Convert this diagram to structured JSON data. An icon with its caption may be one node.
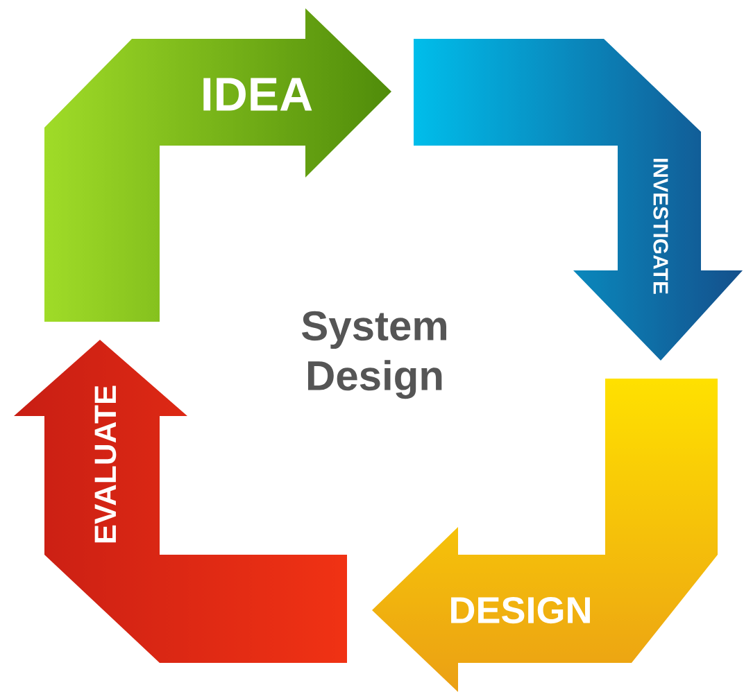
{
  "diagram": {
    "title": "System Design",
    "nodes": [
      {
        "text": [
          "IDEA"
        ]
      },
      {
        "text": [
          "INVESTIGATE"
        ]
      },
      {
        "text": [
          "DESIGN"
        ]
      },
      {
        "text": [
          "EVALUATE"
        ]
      }
    ]
  }
}
